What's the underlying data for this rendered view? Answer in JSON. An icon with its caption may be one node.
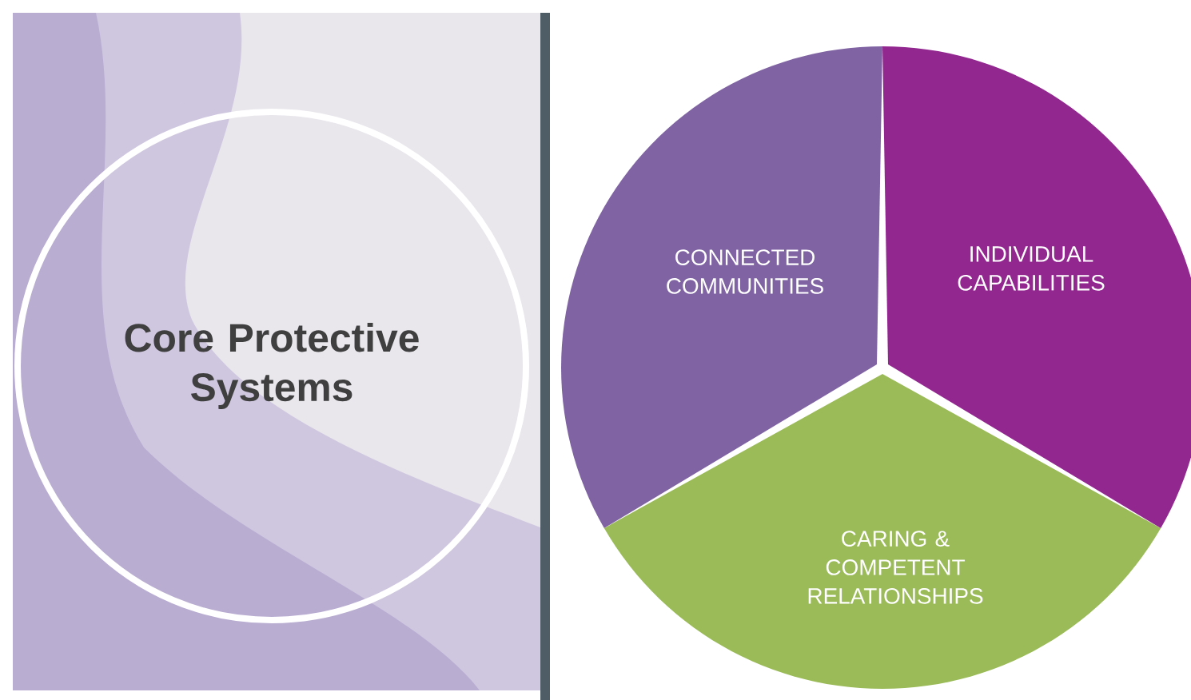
{
  "diagram": {
    "nodes": [
      {
        "text": [
          "Core Protective Systems"
        ]
      },
      {
        "text": [
          "CONNECTED COMMUNITIES"
        ]
      },
      {
        "text": [
          "INDIVIDUAL CAPABILITIES"
        ]
      },
      {
        "text": [
          "CARING & COMPETENT RELATIONSHIPS"
        ]
      }
    ]
  }
}
